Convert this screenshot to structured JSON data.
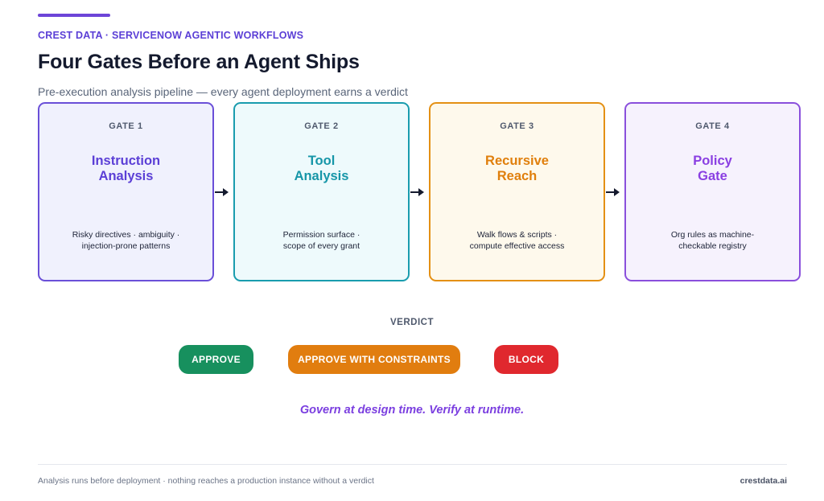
{
  "header": {
    "eyebrow": "CREST DATA · SERVICENOW AGENTIC WORKFLOWS",
    "title": "Four Gates Before an Agent Ships",
    "subtitle": "Pre-execution analysis pipeline — every agent deployment earns a verdict"
  },
  "gates": [
    {
      "label": "GATE 1",
      "name_line1": "Instruction",
      "name_line2": "Analysis",
      "desc_line1": "Risky directives · ambiguity ·",
      "desc_line2": "injection-prone patterns"
    },
    {
      "label": "GATE 2",
      "name_line1": "Tool",
      "name_line2": "Analysis",
      "desc_line1": "Permission surface ·",
      "desc_line2": "scope of every grant"
    },
    {
      "label": "GATE 3",
      "name_line1": "Recursive",
      "name_line2": "Reach",
      "desc_line1": "Walk flows & scripts ·",
      "desc_line2": "compute effective access"
    },
    {
      "label": "GATE 4",
      "name_line1": "Policy",
      "name_line2": "Gate",
      "desc_line1": "Org rules as machine-",
      "desc_line2": "checkable registry"
    }
  ],
  "verdict": {
    "label": "VERDICT",
    "options": [
      "APPROVE",
      "APPROVE WITH CONSTRAINTS",
      "BLOCK"
    ]
  },
  "tagline": "Govern at design time. Verify at runtime.",
  "footer": {
    "left": "Analysis runs before deployment · nothing reaches a production instance without a verdict",
    "right": "crestdata.ai"
  },
  "colors": {
    "accent": "#6d45d8",
    "gate1": "#6a4fd8",
    "gate2": "#199cae",
    "gate3": "#e49014",
    "gate4": "#8a4fdc",
    "approve": "#17905e",
    "approve_with_constraints": "#e17d0f",
    "block": "#e0282e"
  },
  "icons": [
    "arrow-right-icon"
  ]
}
